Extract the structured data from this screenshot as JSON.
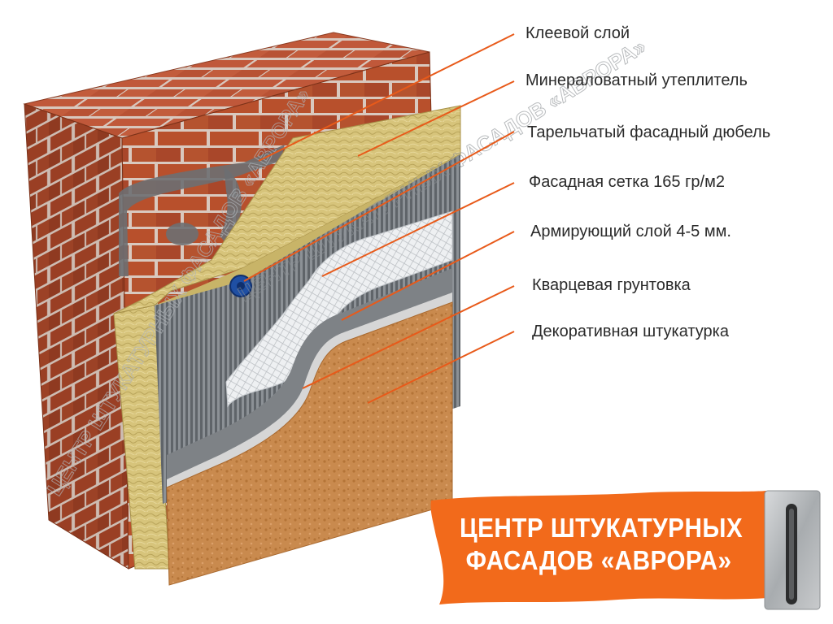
{
  "labels": [
    {
      "id": "adhesive-layer",
      "text": "Клеевой слой"
    },
    {
      "id": "mineral-wool",
      "text": "Минераловатный утеплитель"
    },
    {
      "id": "facade-dowel",
      "text": "Тарельчатый фасадный дюбель"
    },
    {
      "id": "facade-mesh",
      "text": "Фасадная сетка 165 гр/м2"
    },
    {
      "id": "reinforcing-layer",
      "text": "Армирующий слой 4-5 мм."
    },
    {
      "id": "quartz-primer",
      "text": "Кварцевая грунтовка"
    },
    {
      "id": "decorative-plaster",
      "text": "Декоративная штукатурка"
    }
  ],
  "banner": {
    "line1": "ЦЕНТР ШТУКАТУРНЫХ",
    "line2": "ФАСАДОВ «АВРОРА»"
  },
  "watermarks": [
    "ЦЕНТР ШТУКАТУРНЫХ ФАСАДОВ «АВРОРА»",
    "ЦЕНТР ШТУКАТУРНЫХ ФАСАДОВ «АВРОРА»"
  ],
  "colors": {
    "leader_lines": "#e85a1a",
    "banner": "#f26a1b",
    "brick": "#b8502c",
    "mortar": "#d9c9bf",
    "insulation": "#d8c47a",
    "mesh_dark": "#6e7378",
    "plaster": "#c98a4e",
    "primer": "#d3d3d3"
  }
}
